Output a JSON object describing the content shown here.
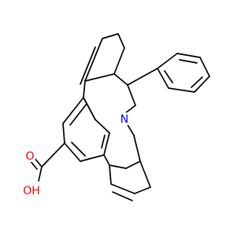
{
  "molecule": {
    "atoms": {
      "nitrogen": "N",
      "carbonyl_oxygen": "O",
      "hydroxyl": "OH"
    },
    "colors": {
      "bond": "#000000",
      "nitrogen": "#0000ff",
      "oxygen": "#ff0000"
    }
  }
}
